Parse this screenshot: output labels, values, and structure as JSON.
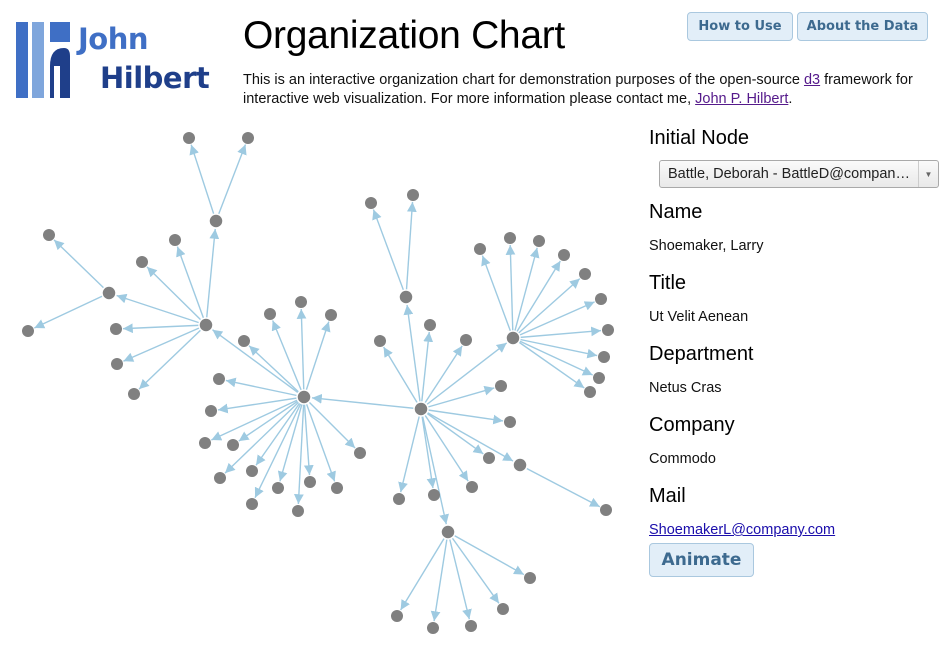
{
  "logo": {
    "first": "John",
    "last": "Hilbert"
  },
  "title": "Organization Chart",
  "intro": {
    "text1": "This is an interactive organization chart for demonstration purposes of the open-source ",
    "link1": "d3",
    "text2": " framework for interactive web visualization. For more information please contact me, ",
    "link2": "John P. Hilbert",
    "text3": "."
  },
  "header_buttons": {
    "how": "How to Use",
    "about": "About the Data"
  },
  "panel": {
    "initial_node_label": "Initial Node",
    "initial_node_value": "Battle, Deborah - BattleD@company.com",
    "name_label": "Name",
    "name_value": "Shoemaker, Larry",
    "title_label": "Title",
    "title_value": "Ut Velit Aenean",
    "department_label": "Department",
    "department_value": "Netus Cras",
    "company_label": "Company",
    "company_value": "Commodo",
    "mail_label": "Mail",
    "mail_value": "ShoemakerL@company.com",
    "animate_label": "Animate"
  },
  "colors": {
    "node": "#808080",
    "link": "#9ecae1",
    "button_bg": "#e2eef8",
    "button_text": "#3d6a8f",
    "logo_light": "#3f6fc5",
    "logo_dark": "#1f3f8a"
  }
}
